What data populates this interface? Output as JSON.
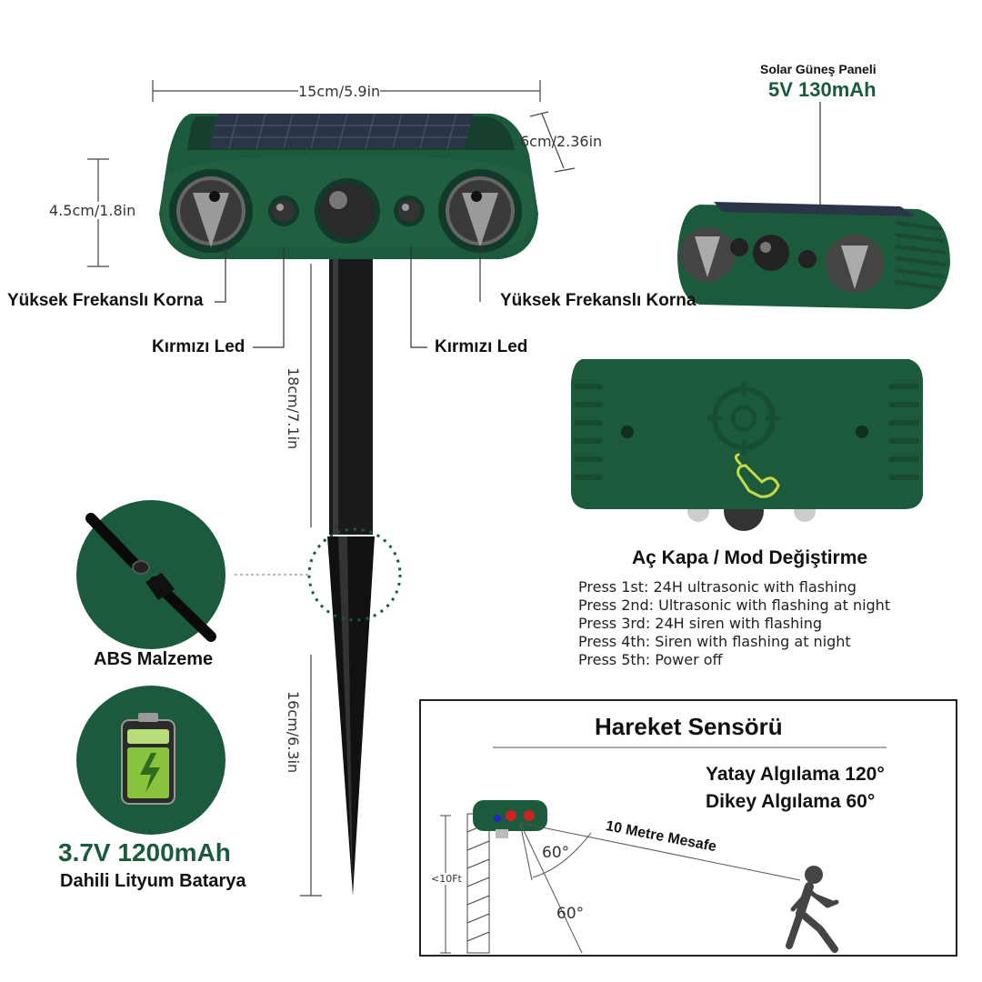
{
  "dimensions": {
    "width": "15cm/5.9in",
    "depth": "6cm/2.36in",
    "height": "4.5cm/1.8in",
    "pole_upper": "18cm/7.1in",
    "pole_lower": "16cm/6.3in"
  },
  "callouts": {
    "horn_left": "Yüksek Frekanslı Korna",
    "horn_right": "Yüksek Frekanslı Korna",
    "led_left": "Kırmızı Led",
    "led_right": "Kırmızı Led"
  },
  "solar": {
    "title": "Solar Güneş Paneli",
    "spec": "5V 130mAh"
  },
  "material": {
    "label": "ABS Malzeme"
  },
  "battery": {
    "spec": "3.7V 1200mAh",
    "label": "Dahili Lityum Batarya"
  },
  "mode_switch": {
    "title": "Aç Kapa / Mod Değiştirme",
    "presses": [
      "Press 1st: 24H ultrasonic with flashing",
      "Press 2nd: Ultrasonic with flashing at night",
      "Press 3rd: 24H siren with flashing",
      "Press 4th: Siren with flashing at night",
      "Press 5th:  Power off"
    ]
  },
  "motion_sensor": {
    "title": "Hareket Sensörü",
    "horizontal": "Yatay Algılama 120°",
    "vertical": "Dikey Algılama 60°",
    "distance": "10 Metre Mesafe",
    "angle_a": "60°",
    "angle_b": "60°",
    "height_mark": "<10Ft"
  },
  "colors": {
    "device_green": "#1c5a3c",
    "accent_green": "#1c5a3c"
  },
  "icons": [
    "solar-panel-icon",
    "speaker-horn-icon",
    "pir-sensor-icon",
    "led-icon",
    "stake-icon",
    "battery-icon",
    "hand-press-icon",
    "walking-person-icon"
  ]
}
